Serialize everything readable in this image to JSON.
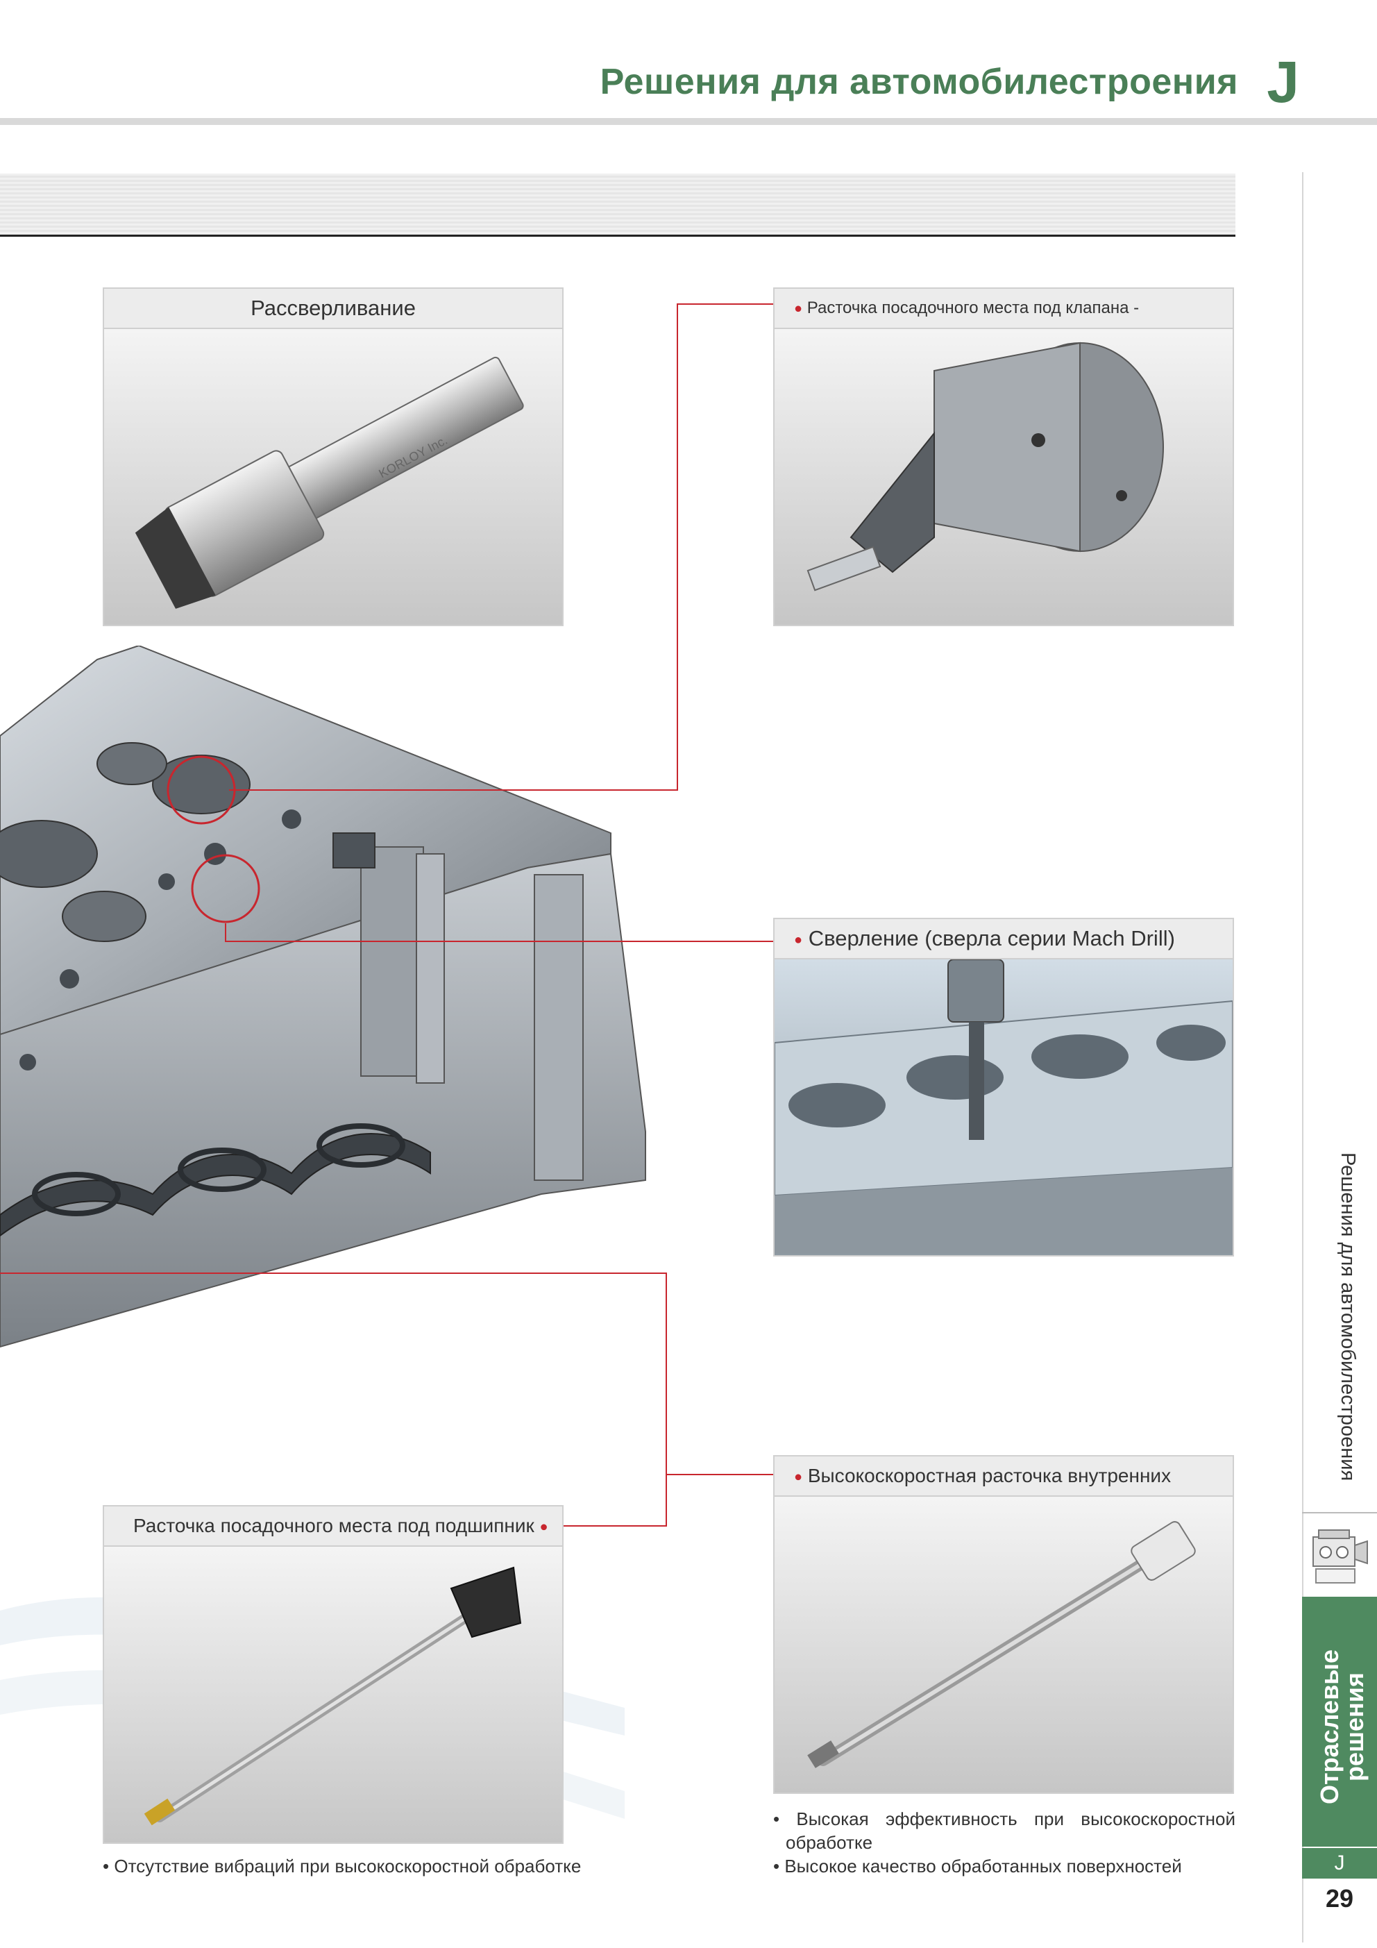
{
  "header": {
    "title": "Решения для автомобилестроения",
    "section_letter": "J"
  },
  "panels": {
    "reaming": {
      "title": "Рассверливание",
      "engraving": "KORLOY Inc."
    },
    "valve_seat": {
      "title": "Расточка посадочного места под клапана - специальная расточная система"
    },
    "drilling": {
      "title": "Сверление (сверла серии Mach Drill)"
    },
    "high_speed_boring": {
      "title": "Высокоскоростная расточка внутренних отверстий"
    },
    "bearing_seat": {
      "title": "Расточка посадочного места под подшипник"
    }
  },
  "captions": {
    "left": "Отсутствие вибраций при высокоскоростной обработке",
    "right": [
      "Высокая эффективность при высокоскоростной обработке",
      "Высокое качество обработанных поверхностей"
    ]
  },
  "side_tab": {
    "label": "Решения для автомобилестроения",
    "green_label": "Отраслевые решения",
    "letter": "J",
    "page_number": "29"
  },
  "colors": {
    "brand_green": "#4a7f57",
    "tab_green": "#4f8a60",
    "callout_red": "#c8262e"
  }
}
